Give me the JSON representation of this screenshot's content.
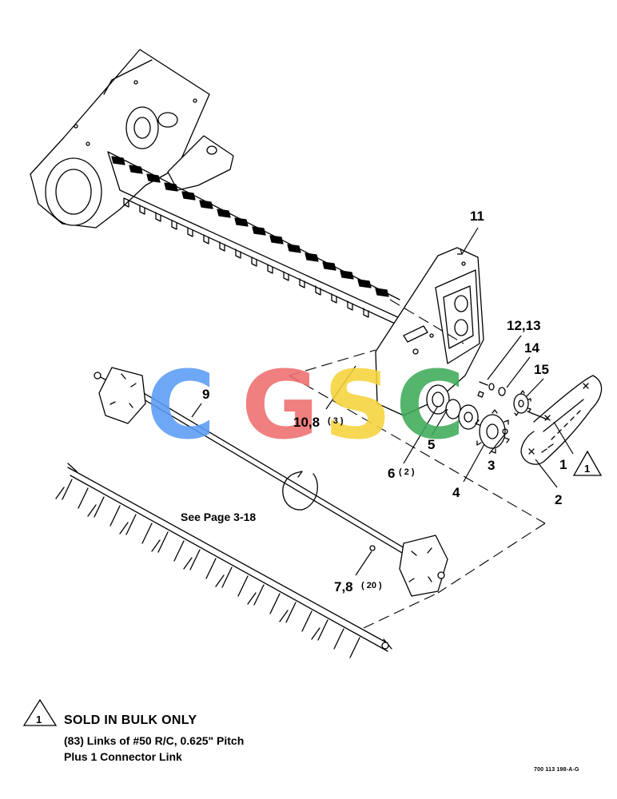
{
  "callouts": {
    "c11": "11",
    "c1213": "12,13",
    "c14": "14",
    "c15": "15",
    "c9": "9",
    "c108": "10,8",
    "c108_qty": "( 3 )",
    "c5": "5",
    "c6": "6",
    "c6_qty": "( 2 )",
    "c3": "3",
    "c4": "4",
    "c2": "2",
    "c1": "1",
    "c78": "7,8",
    "c78_qty": "( 20 )"
  },
  "see_page": "See Page 3-18",
  "triangle_label": "1",
  "note": {
    "triangle": "1",
    "title": "SOLD IN BULK ONLY",
    "line1": "(83) Links of #50 R/C, 0.625\" Pitch",
    "line2": "Plus 1 Connector Link"
  },
  "watermark": {
    "letters": [
      "C",
      "G",
      "S",
      "C"
    ],
    "colors": [
      "#5b9cf5",
      "#ef6e6e",
      "#f5d33c",
      "#3eab5a"
    ]
  },
  "doc_id": "700 113 198-A-G"
}
